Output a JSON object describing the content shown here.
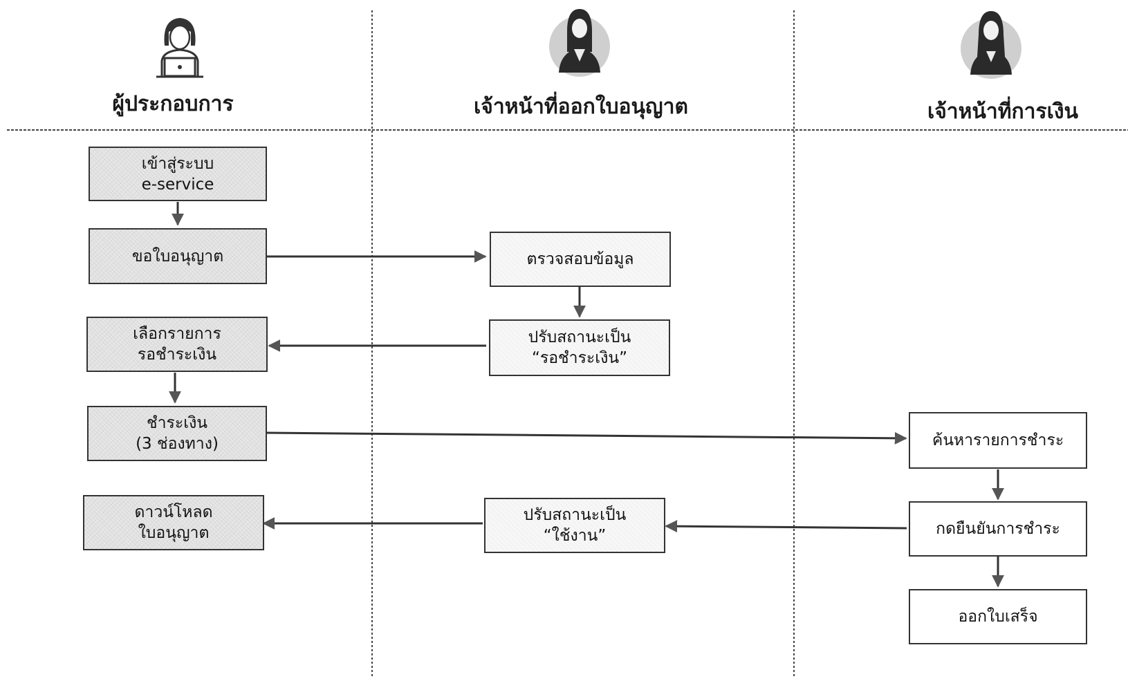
{
  "lanes": [
    {
      "title": "ผู้ประกอบการ",
      "icon": "user-laptop-icon"
    },
    {
      "title": "เจ้าหน้าที่ออกใบอนุญาต",
      "icon": "officer-woman-icon"
    },
    {
      "title": "เจ้าหน้าที่การเงิน",
      "icon": "finance-woman-icon"
    }
  ],
  "steps": {
    "login": {
      "line1": "เข้าสู่ระบบ",
      "line2": "e-service"
    },
    "request": {
      "line1": "ขอใบอนุญาต"
    },
    "verify": {
      "line1": "ตรวจสอบข้อมูล"
    },
    "set_pending": {
      "line1": "ปรับสถานะเป็น",
      "line2": "“รอชำระเงิน”"
    },
    "select_pending": {
      "line1": "เลือกรายการ",
      "line2": "รอชำระเงิน"
    },
    "pay": {
      "line1": "ชำระเงิน",
      "line2": "(3 ช่องทาง)"
    },
    "search_payment": {
      "line1": "ค้นหารายการชำระ"
    },
    "confirm_payment": {
      "line1": "กดยืนยันการชำระ"
    },
    "issue_receipt": {
      "line1": "ออกใบเสร็จ"
    },
    "set_active": {
      "line1": "ปรับสถานะเป็น",
      "line2": "“ใช้งาน”"
    },
    "download": {
      "line1": "ดาวน์โหลด",
      "line2": "ใบอนุญาต"
    }
  },
  "colors": {
    "line": "#333333",
    "arrow_head": "#555555",
    "shade": "#e6e6e6"
  }
}
